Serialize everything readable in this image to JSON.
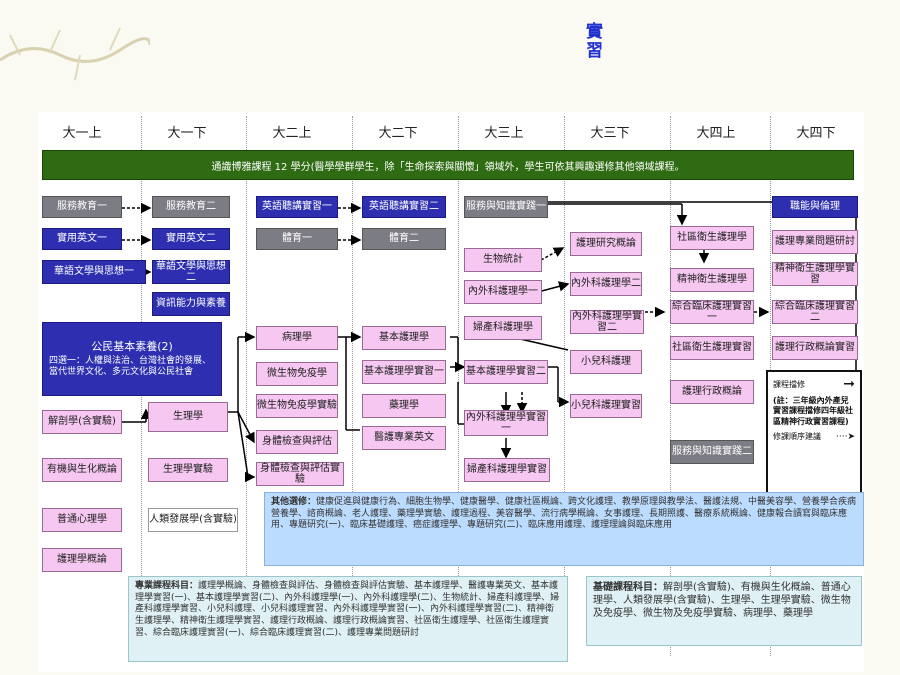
{
  "side_title": "實習",
  "columns": [
    "大一上",
    "大一下",
    "大二上",
    "大二下",
    "大三上",
    "大三下",
    "大四上",
    "大四下"
  ],
  "banner": "通識博雅課程 12 學分(醫學學群學生，除「生命探索與關懷」領域外，學生可依其興趣選修其他領域課程。",
  "boxes": [
    {
      "id": "b1",
      "text": "服務教育一",
      "style": "gray"
    },
    {
      "id": "b2",
      "text": "實用英文一",
      "style": "blue"
    },
    {
      "id": "b3",
      "text": "華語文學與思想一",
      "style": "blue"
    },
    {
      "id": "b4",
      "text": "服務教育二",
      "style": "gray"
    },
    {
      "id": "b5",
      "text": "實用英文二",
      "style": "blue"
    },
    {
      "id": "b6",
      "text": "華語文學與思想二",
      "style": "blue"
    },
    {
      "id": "b7",
      "text": "資訊能力與素養",
      "style": "blue"
    },
    {
      "id": "b8",
      "text": "英語聽講實習一",
      "style": "blue"
    },
    {
      "id": "b9",
      "text": "體育一",
      "style": "gray"
    },
    {
      "id": "b10",
      "text": "英語聽講實習二",
      "style": "blue"
    },
    {
      "id": "b11",
      "text": "體育二",
      "style": "gray"
    },
    {
      "id": "b12",
      "text": "服務與知識實踐一",
      "style": "gray"
    },
    {
      "id": "b13",
      "text": "生物統計",
      "style": "pink"
    },
    {
      "id": "b14",
      "text": "護理研究概論",
      "style": "pink"
    },
    {
      "id": "b15",
      "text": "內外科護理學一",
      "style": "pink"
    },
    {
      "id": "b16",
      "text": "內外科護理學二",
      "style": "pink"
    },
    {
      "id": "b17",
      "text": "婦產科護理學",
      "style": "pink"
    },
    {
      "id": "b18",
      "text": "內外科護理學實習二",
      "style": "pink"
    },
    {
      "id": "b19",
      "text": "小兒科護理",
      "style": "pink"
    },
    {
      "id": "b20",
      "text": "小兒科護理實習",
      "style": "pink"
    },
    {
      "id": "b21",
      "text": "社區衛生護理學",
      "style": "pink"
    },
    {
      "id": "b22",
      "text": "精神衛生護理學",
      "style": "pink"
    },
    {
      "id": "b23",
      "text": "綜合臨床護理實習一",
      "style": "pink"
    },
    {
      "id": "b24",
      "text": "社區衛生護理實習",
      "style": "pink"
    },
    {
      "id": "b25",
      "text": "護理行政概論",
      "style": "pink"
    },
    {
      "id": "b26",
      "text": "服務與知識實踐二",
      "style": "gray"
    },
    {
      "id": "b27",
      "text": "職能與倫理",
      "style": "blue"
    },
    {
      "id": "b28",
      "text": "護理專業問題研討",
      "style": "pink"
    },
    {
      "id": "b29",
      "text": "精神衛生護理學實習",
      "style": "pink"
    },
    {
      "id": "b30",
      "text": "綜合臨床護理實習二",
      "style": "pink"
    },
    {
      "id": "b31",
      "text": "護理行政概論實習",
      "style": "pink"
    },
    {
      "id": "b32",
      "text": "病理學",
      "style": "pink"
    },
    {
      "id": "b33",
      "text": "微生物免疫學",
      "style": "pink"
    },
    {
      "id": "b34",
      "text": "微生物免疫學實驗",
      "style": "pink"
    },
    {
      "id": "b35",
      "text": "身體檢查與評估",
      "style": "pink"
    },
    {
      "id": "b36",
      "text": "身體檢查與評估實驗",
      "style": "pink"
    },
    {
      "id": "b37",
      "text": "基本護理學",
      "style": "pink"
    },
    {
      "id": "b38",
      "text": "基本護理學實習一",
      "style": "pink"
    },
    {
      "id": "b39",
      "text": "藥理學",
      "style": "pink"
    },
    {
      "id": "b40",
      "text": "醫護專業英文",
      "style": "pink"
    },
    {
      "id": "b41",
      "text": "基本護理學實習二",
      "style": "pink"
    },
    {
      "id": "b42",
      "text": "內外科護理學實習一",
      "style": "pink"
    },
    {
      "id": "b43",
      "text": "婦產科護理學實習",
      "style": "pink"
    },
    {
      "id": "b44",
      "text": "解剖學(含實驗)",
      "style": "pink"
    },
    {
      "id": "b45",
      "text": "生理學",
      "style": "pink"
    },
    {
      "id": "b46",
      "text": "有機與生化概論",
      "style": "pink"
    },
    {
      "id": "b47",
      "text": "生理學實驗",
      "style": "pink"
    },
    {
      "id": "b48",
      "text": "普通心理學",
      "style": "pink"
    },
    {
      "id": "b49",
      "text": "人類發展學(含實驗)",
      "style": "white"
    },
    {
      "id": "b50",
      "text": "護理學概論",
      "style": "pink"
    }
  ],
  "citizen": {
    "title": "公民基本素養(2)",
    "body": "四選一：人權與法治、台灣社會的發展、當代世界文化、多元文化與公民社會"
  },
  "legend": {
    "line1": "課程擋修",
    "note": "(註：三年級內外產兒實習課程擋修四年級社區精神行政實習課程)",
    "line2": "修課順序建議"
  },
  "electives": {
    "heading": "其他選修：",
    "text": "健康促進與健康行為、細胞生物學、健康醫學、健康社區概論、跨文化護理、教學原理與教學法、醫護法規、中醫美容學、營養學合疾病營養學、諮商概論、老人護理、藥理學實驗、護理過程、美容醫學、流行病學概論、女事護理、長期照護、醫療系統概論、健康報合讀寫與臨床應用、專題研究(一)、臨床基礎護理、癌症護理學、專題研究(二)、臨床應用護理、護理理論與臨床應用"
  },
  "professional": {
    "heading": "專業課程科目：",
    "text": "護理學概論、身體檢查與評估、身體檢查與評估實驗、基本護理學、醫護專業英文、基本護理學實習(一)、基本護理學實習(二)、內外科護理學(一)、內外科護理學(二)、生物統計、婦產科護理學、婦產科護理學實習、小兒科護理、小兒科護理實習、內外科護理學實習(一)、內外科護理學實習(二)、精神衛生護理學、精神衛生護理學實習、護理行政概論、護理行政概論實習、社區衛生護理學、社區衛生護理實習、綜合臨床護理實習(一)、綜合臨床護理實習(二)、護理專業問題研討"
  },
  "basic": {
    "heading": "基礎課程科目：",
    "text": "解剖學(含實驗)、有機與生化概論、普通心理學、人類發展學(含實驗)、生理學、生理學實驗、微生物及免疫學、微生物及免疫學實驗、病理學、藥理學"
  },
  "colors": {
    "banner": "#2e6b12",
    "blue": "#2d2fb0",
    "gray": "#7c7c84",
    "pink": "#f6c8f1",
    "title": "#2030d0"
  }
}
